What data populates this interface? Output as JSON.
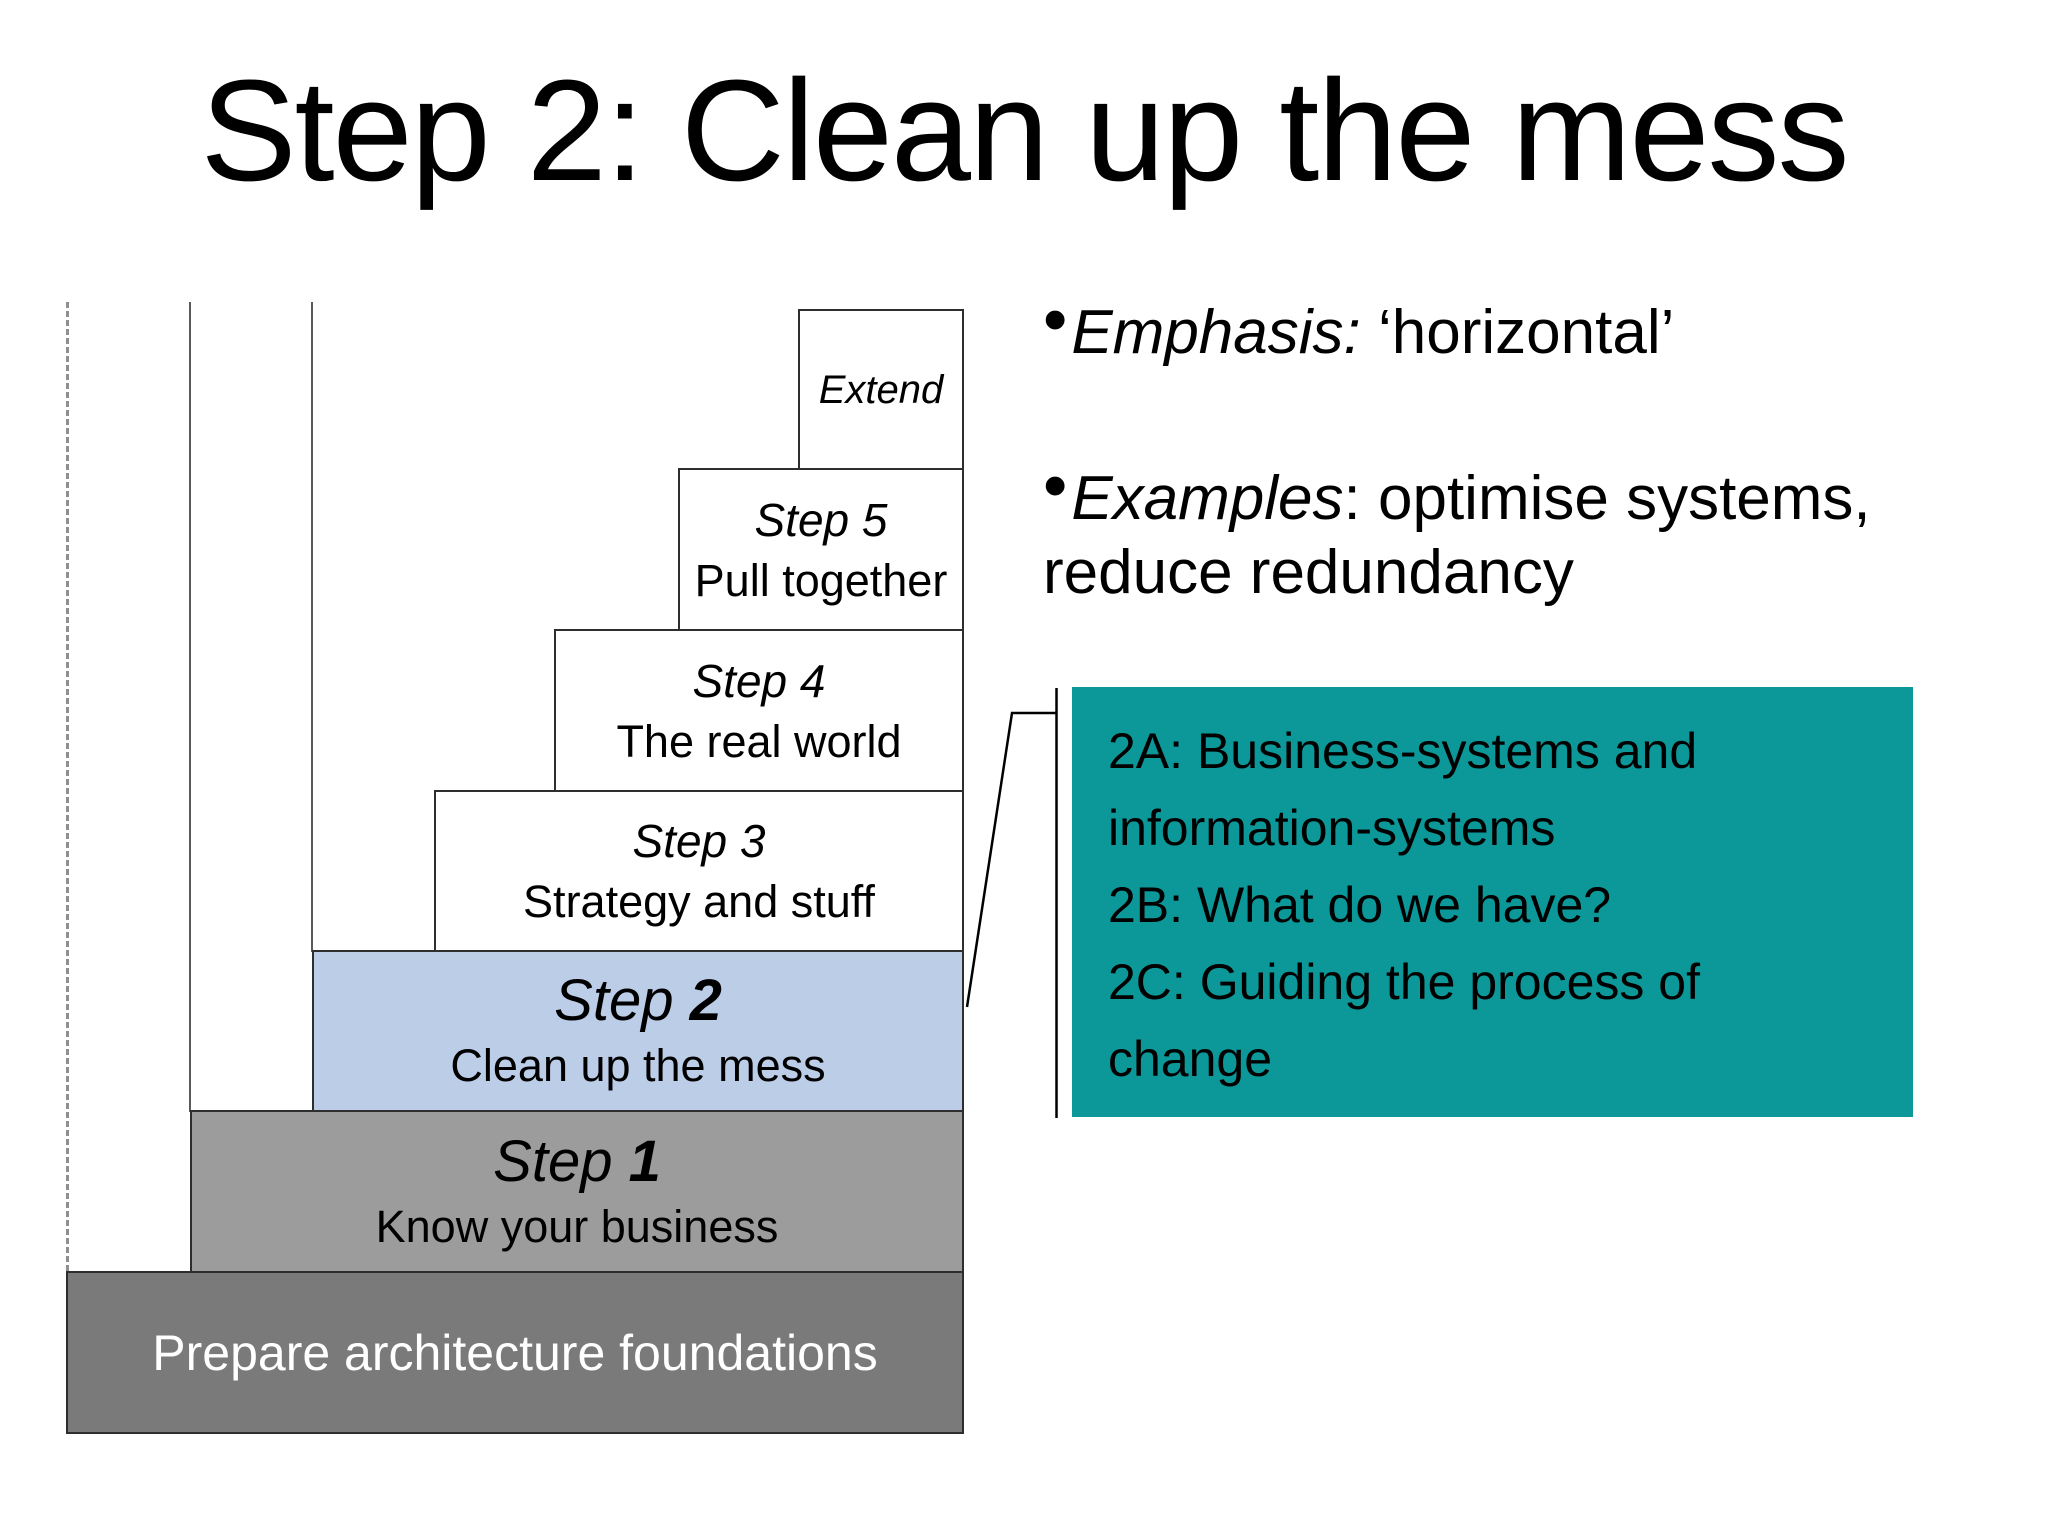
{
  "slide": {
    "title": "Step 2: Clean up the mess",
    "colors": {
      "callout_teal": "#0c9799",
      "step2_highlight_blue": "#bccde8",
      "step1_gray": "#9c9c9c",
      "foundation_gray": "#7a7a7a"
    },
    "staircase": {
      "extend_label": "Extend",
      "step5": {
        "word": "Step",
        "number": "5",
        "subtitle": "Pull together"
      },
      "step4": {
        "word": "Step",
        "number": "4",
        "subtitle": "The real world"
      },
      "step3": {
        "word": "Step",
        "number": "3",
        "subtitle": "Strategy and stuff"
      },
      "step2": {
        "word": "Step",
        "number": "2",
        "subtitle": "Clean up the mess"
      },
      "step1": {
        "word": "Step",
        "number": "1",
        "subtitle": "Know your business"
      },
      "foundation_label": "Prepare architecture foundations"
    },
    "bullets": {
      "marker": "•",
      "item1": {
        "lead": "Emphasis:",
        "rest": " ‘horizontal’"
      },
      "item2": {
        "lead": "Examples",
        "rest": ": optimise systems, reduce redundancy"
      }
    },
    "callout": {
      "item1": "2A: Business-systems and information-systems",
      "item2": "2B: What do we have?",
      "item3": "2C: Guiding the process of change"
    }
  }
}
